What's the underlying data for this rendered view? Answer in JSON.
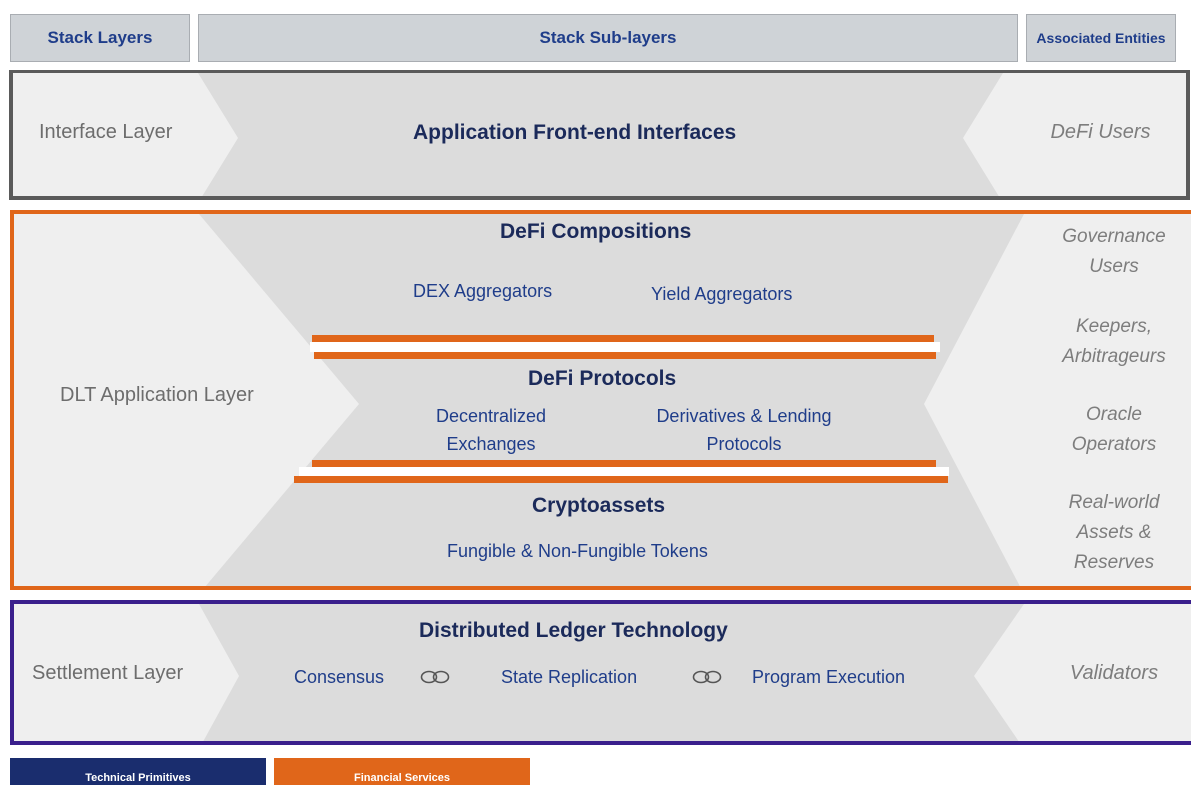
{
  "header": {
    "stack_layers": "Stack Layers",
    "stack_sublayers": "Stack Sub-layers",
    "associated_entities": "Associated Entities"
  },
  "interface_layer": {
    "label": "Interface Layer",
    "title": "Application Front-end Interfaces",
    "entity": "DeFi Users"
  },
  "dlt_application_layer": {
    "label": "DLT Application Layer",
    "compositions": {
      "title": "DeFi Compositions",
      "items": [
        "DEX Aggregators",
        "Yield Aggregators"
      ]
    },
    "protocols": {
      "title": "DeFi Protocols",
      "items": [
        "Decentralized Exchanges",
        "Derivatives & Lending Protocols"
      ]
    },
    "cryptoassets": {
      "title": "Cryptoassets",
      "items": [
        "Fungible & Non-Fungible Tokens"
      ]
    },
    "entities": [
      "Governance Users",
      "Keepers, Arbitrageurs",
      "Oracle Operators",
      "Real-world Assets & Reserves"
    ]
  },
  "settlement_layer": {
    "label": "Settlement Layer",
    "title": "Distributed Ledger Technology",
    "items": [
      "Consensus",
      "State Replication",
      "Program Execution"
    ],
    "link_icon": "chain-link-icon",
    "entity": "Validators"
  },
  "legend": {
    "technical": "Technical Primitives",
    "financial": "Financial Services"
  },
  "colors": {
    "interface_border": "#5a5a5a",
    "dlt_border": "#e0661a",
    "settlement_border": "#3a1f8c",
    "technical_legend": "#1a2d6e",
    "financial_legend": "#e0661a"
  }
}
